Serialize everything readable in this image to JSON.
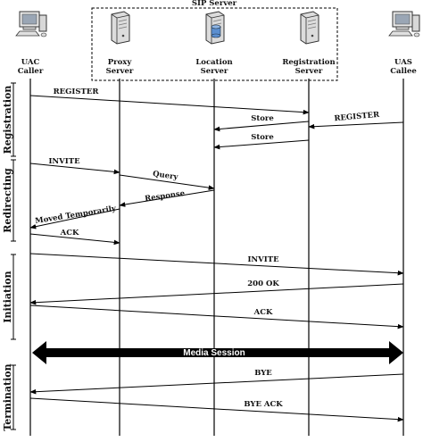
{
  "group_label": "SIP Server",
  "entities": [
    {
      "id": "uac",
      "line1": "UAC",
      "line2": "Caller",
      "icon": "computer-icon"
    },
    {
      "id": "proxy",
      "line1": "Proxy",
      "line2": "Server",
      "icon": "server-icon"
    },
    {
      "id": "location",
      "line1": "Location",
      "line2": "Server",
      "icon": "database-server-icon"
    },
    {
      "id": "registration",
      "line1": "Registration",
      "line2": "Server",
      "icon": "server-icon"
    },
    {
      "id": "uas",
      "line1": "UAS",
      "line2": "Callee",
      "icon": "computer-icon"
    }
  ],
  "phases": [
    {
      "id": "registration",
      "label": "Registration"
    },
    {
      "id": "redirecting",
      "label": "Redirecting"
    },
    {
      "id": "initiation",
      "label": "Initiation"
    },
    {
      "id": "termination",
      "label": "Termination"
    }
  ],
  "messages": [
    {
      "id": "register-1",
      "label": "REGISTER",
      "from": "uac",
      "to": "registration"
    },
    {
      "id": "register-2",
      "label": "REGISTER",
      "from": "uas",
      "to": "registration"
    },
    {
      "id": "store-1",
      "label": "Store",
      "from": "registration",
      "to": "location"
    },
    {
      "id": "store-2",
      "label": "Store",
      "from": "registration",
      "to": "location"
    },
    {
      "id": "invite-1",
      "label": "INVITE",
      "from": "uac",
      "to": "proxy"
    },
    {
      "id": "query",
      "label": "Query",
      "from": "proxy",
      "to": "location"
    },
    {
      "id": "response",
      "label": "Response",
      "from": "location",
      "to": "proxy"
    },
    {
      "id": "moved-temporarily",
      "label": "Moved Temporarily",
      "from": "proxy",
      "to": "uac"
    },
    {
      "id": "ack-1",
      "label": "ACK",
      "from": "uac",
      "to": "proxy"
    },
    {
      "id": "invite-2",
      "label": "INVITE",
      "from": "uac",
      "to": "uas"
    },
    {
      "id": "ok-200",
      "label": "200 OK",
      "from": "uas",
      "to": "uac"
    },
    {
      "id": "ack-2",
      "label": "ACK",
      "from": "uac",
      "to": "uas"
    },
    {
      "id": "bye",
      "label": "BYE",
      "from": "uas",
      "to": "uac"
    },
    {
      "id": "bye-ack",
      "label": "BYE ACK",
      "from": "uac",
      "to": "uas"
    }
  ],
  "media_session": {
    "label": "Media  Session"
  }
}
